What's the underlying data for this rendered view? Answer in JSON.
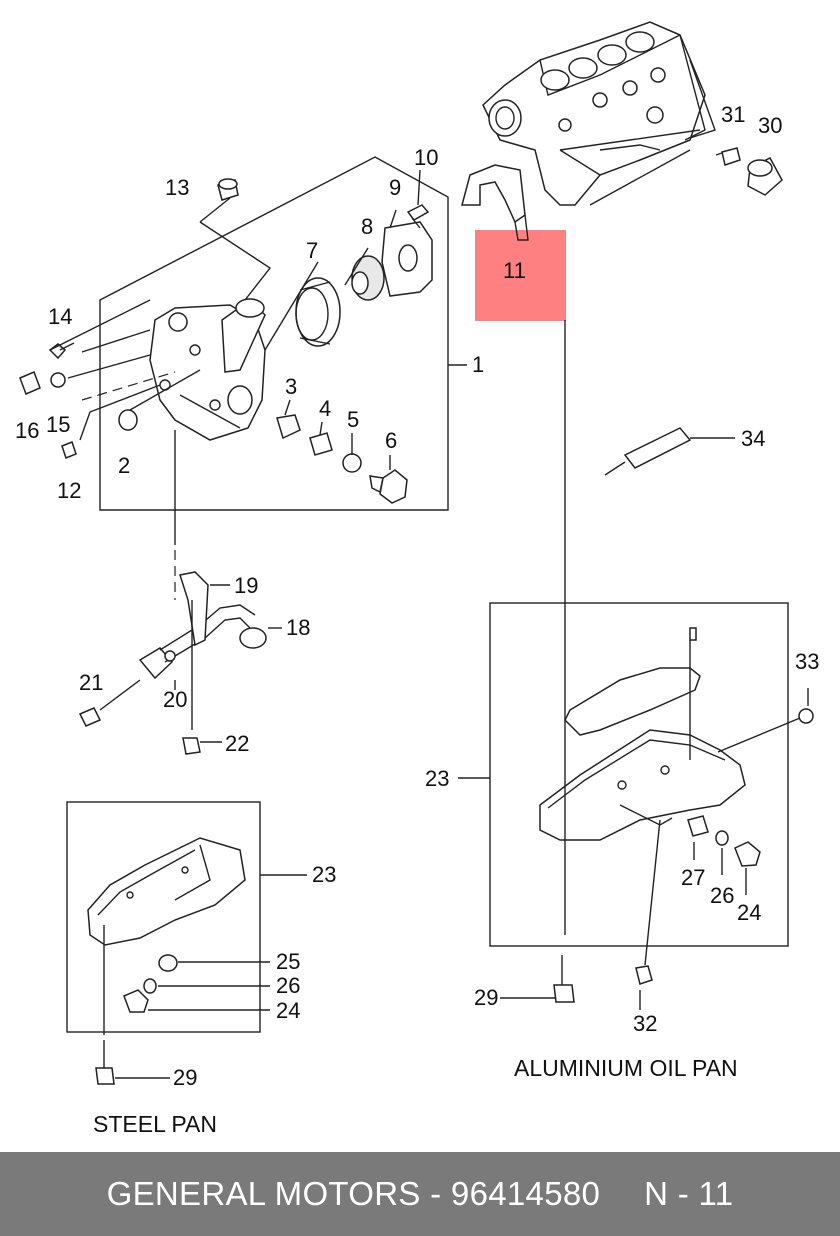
{
  "callouts": [
    {
      "id": "1",
      "text": "1"
    },
    {
      "id": "2",
      "text": "2"
    },
    {
      "id": "3",
      "text": "3"
    },
    {
      "id": "4",
      "text": "4"
    },
    {
      "id": "5",
      "text": "5"
    },
    {
      "id": "6",
      "text": "6"
    },
    {
      "id": "7",
      "text": "7"
    },
    {
      "id": "8",
      "text": "8"
    },
    {
      "id": "9",
      "text": "9"
    },
    {
      "id": "10",
      "text": "10"
    },
    {
      "id": "11",
      "text": "11"
    },
    {
      "id": "12",
      "text": "12"
    },
    {
      "id": "13",
      "text": "13"
    },
    {
      "id": "14",
      "text": "14"
    },
    {
      "id": "15",
      "text": "15"
    },
    {
      "id": "16",
      "text": "16"
    },
    {
      "id": "18",
      "text": "18"
    },
    {
      "id": "19",
      "text": "19"
    },
    {
      "id": "20",
      "text": "20"
    },
    {
      "id": "21",
      "text": "21"
    },
    {
      "id": "22",
      "text": "22"
    },
    {
      "id": "23",
      "text": "23"
    },
    {
      "id": "24",
      "text": "24"
    },
    {
      "id": "25",
      "text": "25"
    },
    {
      "id": "26",
      "text": "26"
    },
    {
      "id": "27",
      "text": "27"
    },
    {
      "id": "29",
      "text": "29"
    },
    {
      "id": "30",
      "text": "30"
    },
    {
      "id": "31",
      "text": "31"
    },
    {
      "id": "32",
      "text": "32"
    },
    {
      "id": "33",
      "text": "33"
    },
    {
      "id": "34",
      "text": "34"
    }
  ],
  "captions": {
    "aluminium": "ALUMINIUM OIL PAN",
    "steel": "STEEL PAN"
  },
  "highlight": {
    "part": "11",
    "color": "#ff8080"
  },
  "footer": {
    "brand": "GENERAL MOTORS - 96414580",
    "page": "N - 11"
  }
}
